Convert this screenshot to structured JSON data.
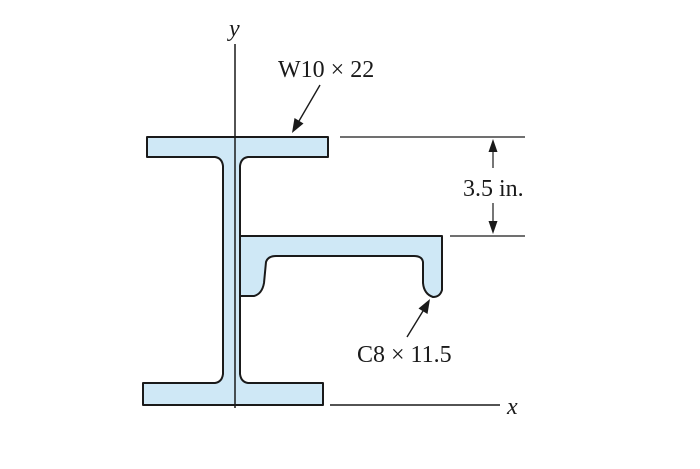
{
  "labels": {
    "w_section": "W10 × 22",
    "c_section": "C8 × 11.5",
    "dimension": "3.5 in.",
    "y_axis": "y",
    "x_axis": "x"
  },
  "colors": {
    "section_fill": "#cfe8f6",
    "outline": "#1a1a1a"
  }
}
